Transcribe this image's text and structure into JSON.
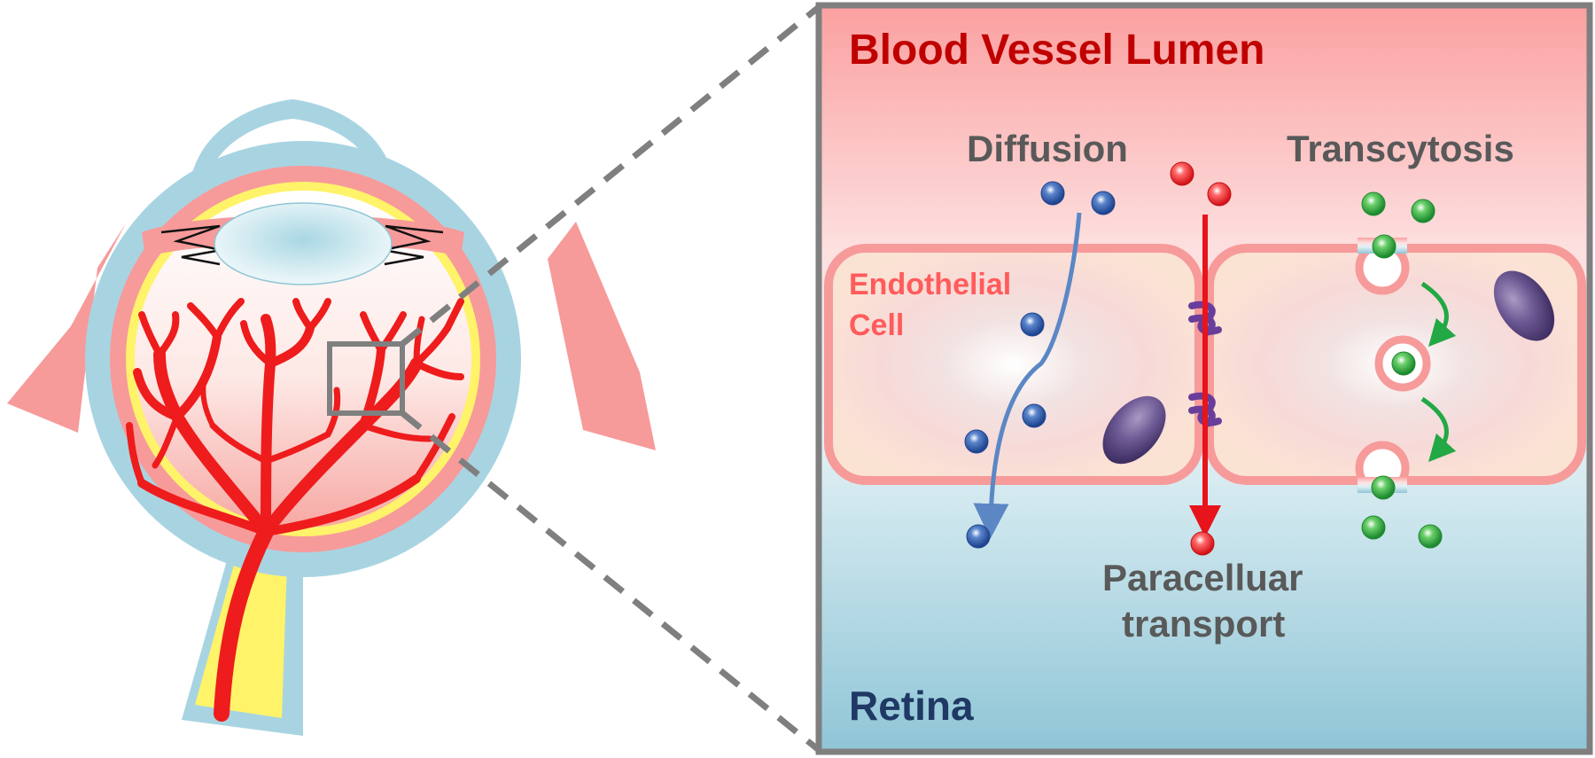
{
  "labels": {
    "blood_vessel_lumen": "Blood Vessel Lumen",
    "diffusion": "Diffusion",
    "transcytosis": "Transcytosis",
    "endothelial_cell_line1": "Endothelial",
    "endothelial_cell_line2": "Cell",
    "paracellular_line1": "Paracelluar",
    "paracellular_line2": "transport",
    "retina": "Retina"
  },
  "colors": {
    "diffusion_molecule": "#2e5aa8",
    "paracellular_molecule": "#ee2b2b",
    "transcytosis_molecule": "#3cb84a",
    "diffusion_arrow": "#5b87c5",
    "paracellular_arrow": "#e8141b",
    "transcytosis_arrow": "#22a844",
    "tight_junction": "#6a3d9a",
    "nucleus": "#5e4a84",
    "cell_membrane": "#f79a9a",
    "blood_vessels": "#ee1c1c",
    "sclera": "#a8d4e2",
    "zoom_box_border": "#7f7f7f"
  }
}
